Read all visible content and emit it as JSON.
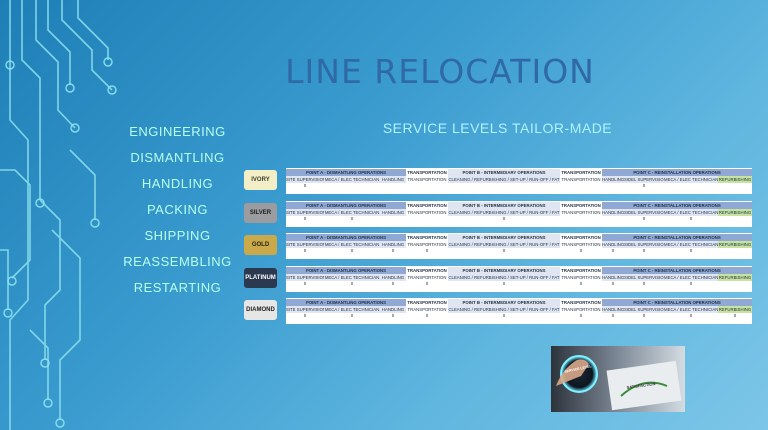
{
  "title": "LINE RELOCATION",
  "subtitle": "SERVICE LEVELS TAILOR-MADE",
  "steps": [
    "ENGINEERING",
    "DISMANTLING",
    "HANDLING",
    "PACKING",
    "SHIPPING",
    "REASSEMBLING",
    "RESTARTING"
  ],
  "table": {
    "headers": {
      "point_a": "POINT A - DISMANTLING OPERATIONS",
      "transport": "TRANSPORTATION",
      "point_b": "POINT B - INTERMEDIARY OPERATIONS",
      "point_c": "POINT C - REINSTALLATION OPERATIONS"
    },
    "columns": {
      "site_supervision": "SITE SUPERVISION",
      "meca_elec": "MECA / ELEC TECHNICIAN",
      "handling": "HANDLING",
      "transportation": "TRANSPORTATION",
      "cleaning": "CLEANING / REFURBISHING / SET-UP / RUN-OFF / FAT",
      "sidel_supervision": "SIDEL SUPERVISION",
      "refurbishing": "REFURBISHING"
    },
    "mark": "x"
  },
  "levels": [
    {
      "name": "IVORY",
      "color": "#f2efc7",
      "text_color": "#3a3a2a"
    },
    {
      "name": "SILVER",
      "color": "#9a9ca0",
      "text_color": "#1e1e1e"
    },
    {
      "name": "GOLD",
      "color": "#c9a94a",
      "text_color": "#2b2410"
    },
    {
      "name": "PLATINUM",
      "color": "#2a3850",
      "text_color": "#ffffff"
    },
    {
      "name": "DIAMOND",
      "color": "#e6e6e6",
      "text_color": "#222222"
    }
  ],
  "photo": {
    "knob_label": "SERVICE LEVEL",
    "gauge_label": "SATISFACTION"
  },
  "colors": {
    "title": "#2f6aa6",
    "subtitle": "#aef3ff",
    "steps": "#b6ffef",
    "section_header": "#8fa8d4",
    "refurbishing_header": "#c6e3a2"
  }
}
